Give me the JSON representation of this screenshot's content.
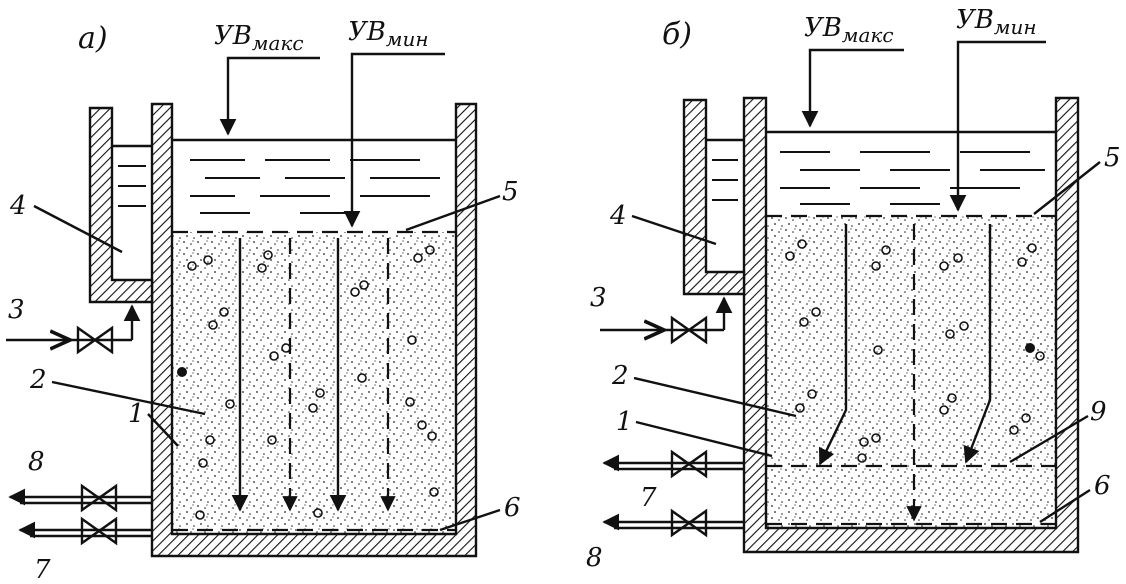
{
  "panels": [
    {
      "id": "a",
      "letter": "а)",
      "uv_max": {
        "base": "УВ",
        "sub": "макс"
      },
      "uv_min": {
        "base": "УВ",
        "sub": "мин"
      },
      "labels": [
        "1",
        "2",
        "3",
        "4",
        "5",
        "6",
        "7",
        "8"
      ]
    },
    {
      "id": "b",
      "letter": "б)",
      "uv_max": {
        "base": "УВ",
        "sub": "макс"
      },
      "uv_min": {
        "base": "УВ",
        "sub": "мин"
      },
      "labels": [
        "1",
        "2",
        "3",
        "4",
        "5",
        "6",
        "7",
        "8",
        "9"
      ]
    }
  ]
}
